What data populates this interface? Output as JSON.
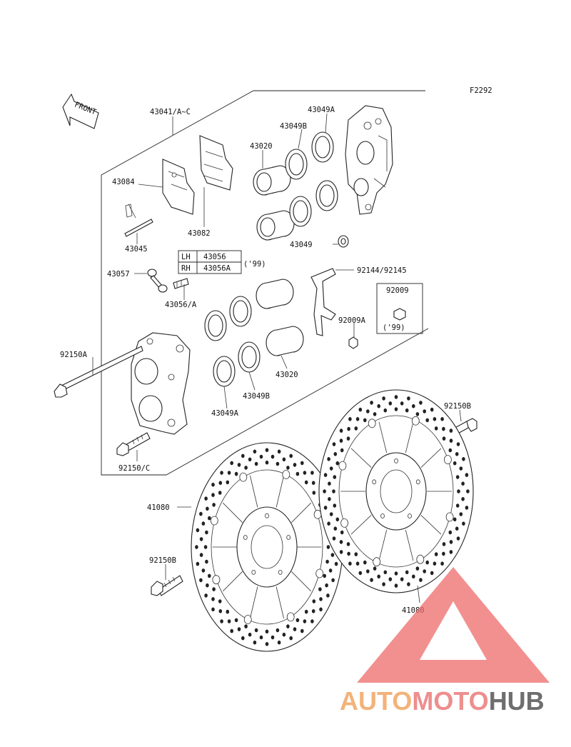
{
  "figure_code": "F2292",
  "front_label": "FRONT",
  "labels": {
    "l43041": "43041/A~C",
    "l43049A_top": "43049A",
    "l43049B_top": "43049B",
    "l43020_top": "43020",
    "l43084": "43084",
    "l43082": "43082",
    "l43045": "43045",
    "l43049": "43049",
    "l43057": "43057",
    "l43056A_small": "43056/A",
    "l92144": "92144/92145",
    "l92009": "92009",
    "l92009A": "92009A",
    "l99_right": "('99)",
    "l92150A": "92150A",
    "l43020_bot": "43020",
    "l43049B_bot": "43049B",
    "l43049A_bot": "43049A",
    "l92150B_right": "92150B",
    "l92150C": "92150/C",
    "l41080_left": "41080",
    "l92150B_left": "92150B",
    "l41080_right": "41080"
  },
  "side_table": {
    "rows": [
      {
        "side": "LH",
        "part": "43056"
      },
      {
        "side": "RH",
        "part": "43056A"
      }
    ],
    "note": "('99)"
  },
  "watermark": {
    "part1": "AUTO",
    "part2": "MOTO",
    "part3": "HUB",
    "color1": "#f2b37a",
    "color2": "#ee8e8e",
    "color3": "#6e6e6e",
    "triangle_color": "#ee6b6b"
  }
}
